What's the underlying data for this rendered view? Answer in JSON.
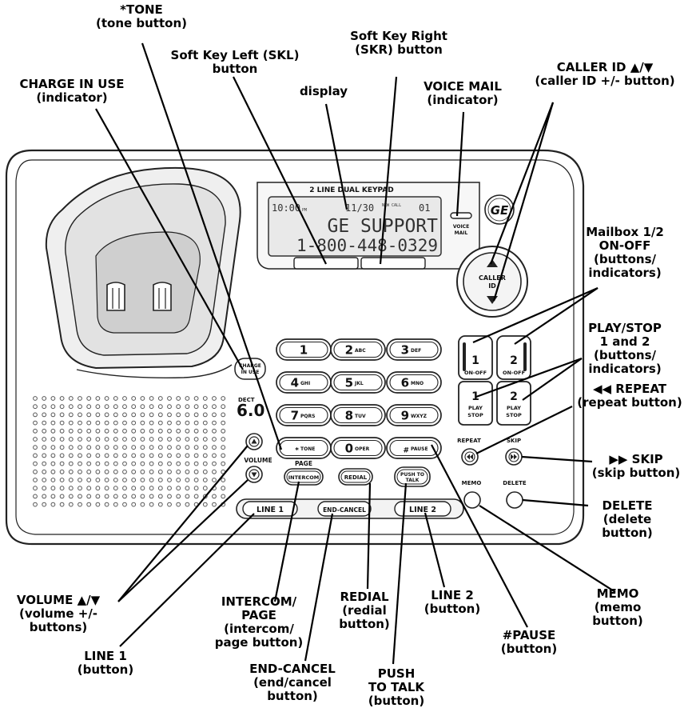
{
  "callouts": {
    "tone": [
      "*TONE",
      "(tone button)"
    ],
    "skl": [
      "Soft Key Left (SKL)",
      "button"
    ],
    "skr": [
      "Soft Key Right",
      "(SKR) button"
    ],
    "charge_in_use": [
      "CHARGE IN USE",
      "(indicator)"
    ],
    "display": [
      "display"
    ],
    "voice_mail": [
      "VOICE MAIL",
      "(indicator)"
    ],
    "caller_id": [
      "CALLER ID ▲/▼",
      "(caller ID  +/- button)"
    ],
    "mailbox": [
      "Mailbox 1/2",
      "ON-OFF",
      "(buttons/",
      "indicators)"
    ],
    "play_stop": [
      "PLAY/STOP",
      "1 and 2",
      "(buttons/",
      "indicators)"
    ],
    "repeat": [
      "◀◀ REPEAT",
      "(repeat button)"
    ],
    "skip": [
      "▶▶ SKIP",
      "(skip button)"
    ],
    "delete": [
      "DELETE",
      "(delete",
      "button)"
    ],
    "memo": [
      "MEMO",
      "(memo",
      "button)"
    ],
    "volume": [
      "VOLUME ▲/▼",
      "(volume +/-",
      "buttons)"
    ],
    "intercom": [
      "INTERCOM/",
      "PAGE",
      "(intercom/",
      "page button)"
    ],
    "redial": [
      "REDIAL",
      "(redial",
      "button)"
    ],
    "line2": [
      "LINE 2",
      "(button)"
    ],
    "pause": [
      "#PAUSE",
      "(button)"
    ],
    "line1": [
      "LINE 1",
      "(button)"
    ],
    "push_to_talk": [
      "PUSH",
      "TO TALK",
      "(button)"
    ],
    "end_cancel": [
      "END-CANCEL",
      "(end/cancel",
      "button)"
    ]
  },
  "device": {
    "header": "2 LINE DUAL KEYPAD",
    "brand": "GE",
    "lcd_time": "10:00",
    "lcd_pm": "PM",
    "lcd_date": "11/30",
    "lcd_newcall": "NEW CALL",
    "lcd_count": "01",
    "lcd_name": "GE SUPPORT",
    "lcd_number": "1-800-448-0329",
    "voice_mail_label": [
      "VOICE",
      "MAIL"
    ],
    "caller_id_label": [
      "CALLER",
      "ID"
    ],
    "charge_label": [
      "CHARGE",
      "IN USE"
    ],
    "dect_label": "DECT",
    "dect_version": "6.0",
    "volume_label": "VOLUME",
    "page_label": "PAGE",
    "repeat_label": "REPEAT",
    "skip_label": "SKIP",
    "memo_label": "MEMO",
    "delete_label": "DELETE",
    "keys": [
      {
        "digit": "1",
        "letters": ""
      },
      {
        "digit": "2",
        "letters": "ABC"
      },
      {
        "digit": "3",
        "letters": "DEF"
      },
      {
        "digit": "4",
        "letters": "GHI"
      },
      {
        "digit": "5",
        "letters": "JKL"
      },
      {
        "digit": "6",
        "letters": "MNO"
      },
      {
        "digit": "7",
        "letters": "PQRS"
      },
      {
        "digit": "8",
        "letters": "TUV"
      },
      {
        "digit": "9",
        "letters": "WXYZ"
      },
      {
        "digit": "*",
        "letters": "TONE"
      },
      {
        "digit": "0",
        "letters": "OPER"
      },
      {
        "digit": "#",
        "letters": "PAUSE"
      }
    ],
    "mailbox_buttons": [
      {
        "num": "1",
        "label": "ON-OFF"
      },
      {
        "num": "2",
        "label": "ON-OFF"
      }
    ],
    "play_buttons": [
      {
        "num": "1",
        "label1": "PLAY",
        "label2": "STOP"
      },
      {
        "num": "2",
        "label1": "PLAY",
        "label2": "STOP"
      }
    ],
    "intercom_label": "INTERCOM",
    "redial_label": "REDIAL",
    "ptt_label": [
      "PUSH TO",
      "TALK"
    ],
    "line1_label": "LINE 1",
    "end_cancel_label": "END-CANCEL",
    "line2_label": "LINE 2"
  }
}
